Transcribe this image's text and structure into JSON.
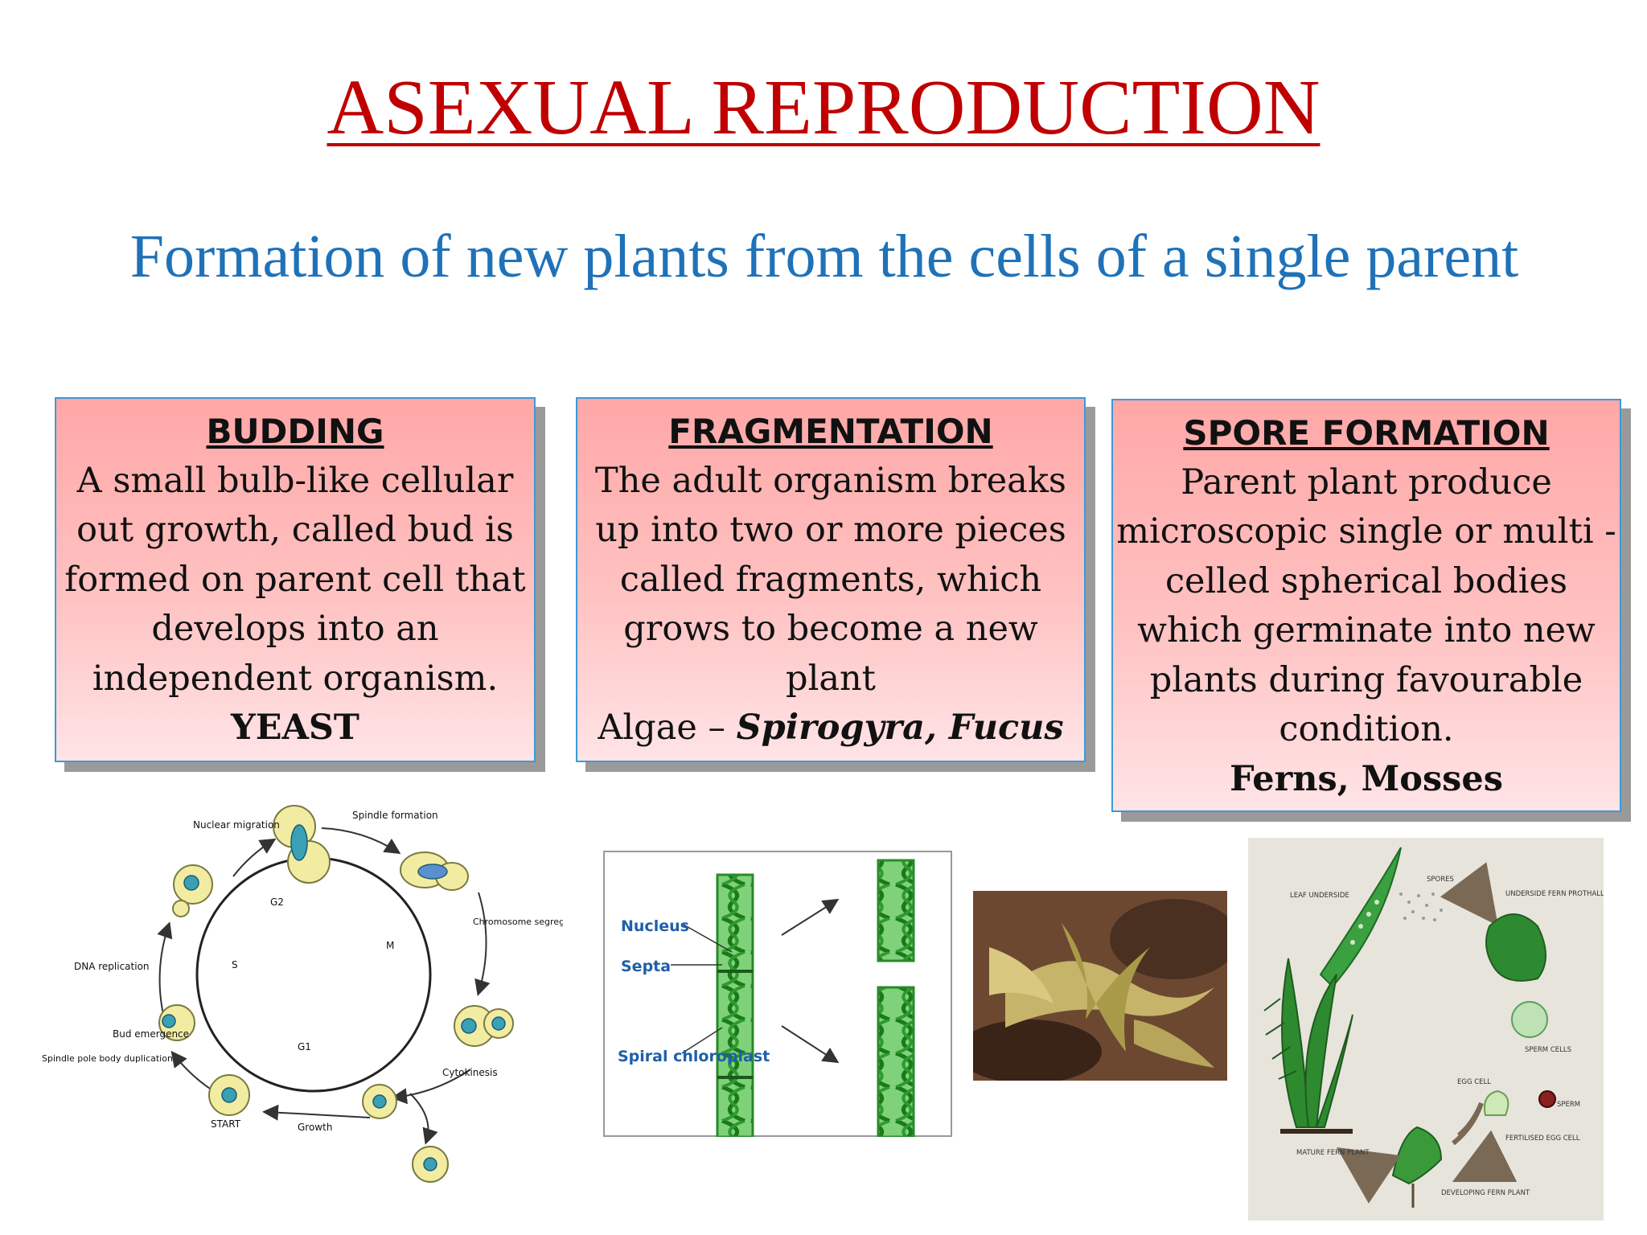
{
  "title": "ASEXUAL REPRODUCTION",
  "subtitle": "Formation of new plants from the cells of a single parent",
  "boxes": [
    {
      "heading": "BUDDING",
      "text": "A small bulb-like cellular out growth, called bud is formed on parent cell that develops into an independent organism.",
      "example": "YEAST"
    },
    {
      "heading": "FRAGMENTATION",
      "text": "The adult organism breaks up into two or more pieces called fragments, which grows to become a new plant",
      "example_prefix": "Algae – ",
      "example_italic": "Spirogyra, Fucus"
    },
    {
      "heading": "SPORE FORMATION",
      "text": "Parent plant produce microscopic single or multi -celled spherical bodies which germinate into new plants during favourable condition.",
      "example": "Ferns, Mosses"
    }
  ],
  "yeast_diagram": {
    "labels": {
      "nuclear_migration": "Nuclear migration",
      "spindle_formation": "Spindle formation",
      "chromosome": "Chromosome segregation, nuclear division",
      "dna_replication": "DNA replication",
      "bud_emergence": "Bud emergence",
      "spindle_pole": "Spindle pole body duplication",
      "cytokinesis": "Cytokinesis",
      "start": "START",
      "growth": "Growth",
      "g2": "G2",
      "s": "S",
      "m": "M",
      "g1": "G1"
    }
  },
  "spirogyra_diagram": {
    "labels": {
      "nucleus": "Nucleus",
      "septa": "Septa",
      "spiral_chloroplast": "Spiral chloroplast"
    }
  },
  "fern_diagram": {
    "labels": {
      "leaf_underside": "LEAF UNDERSIDE",
      "spores": "SPORES",
      "underside_prothallus": "UNDERSIDE FERN PROTHALLUS",
      "sperm_cells": "SPERM CELLS",
      "egg_cell": "EGG CELL",
      "sperm": "SPERM",
      "fertilised_egg": "FERTILISED EGG CELL",
      "developing": "DEVELOPING FERN PLANT",
      "mature": "MATURE FERN PLANT"
    }
  },
  "colors": {
    "title": "#c00000",
    "subtitle": "#1f72b8",
    "box_border": "#3a9ad9"
  }
}
